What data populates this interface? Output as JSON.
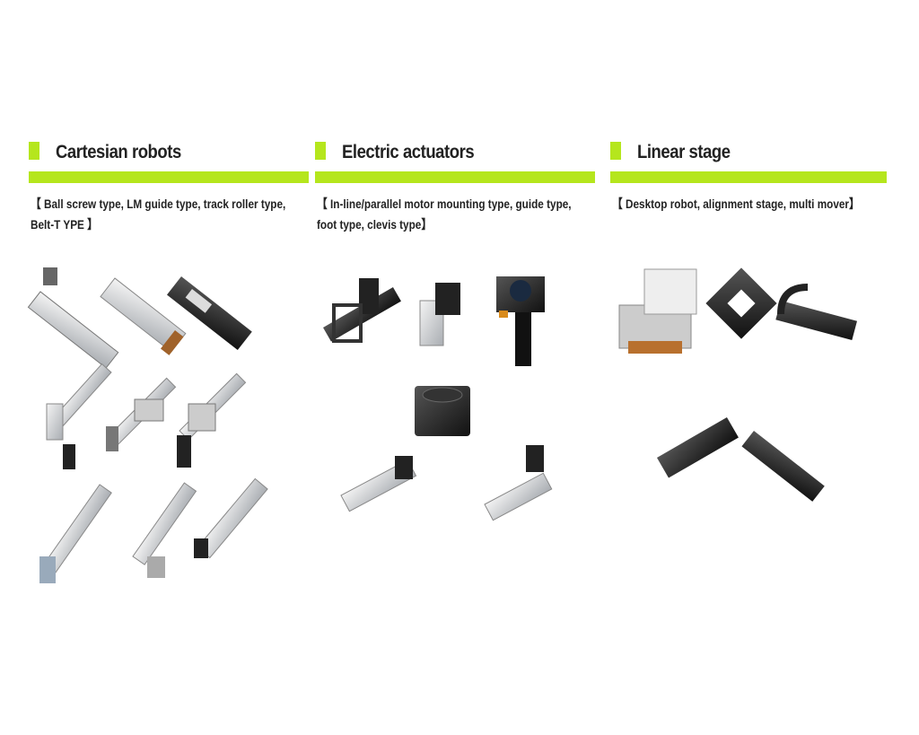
{
  "sections": [
    {
      "title": "Cartesian robots",
      "description": "【 Ball screw type, LM guide type, track roller type, Belt-T YPE 】"
    },
    {
      "title": "Electric actuators",
      "description": "【 In-line/parallel motor mounting type, guide type, foot type, clevis type】"
    },
    {
      "title": "Linear stage",
      "description": "【 Desktop robot, alignment stage, multi mover】"
    }
  ],
  "colors": {
    "accent": "#b5e61d",
    "text": "#222222"
  }
}
